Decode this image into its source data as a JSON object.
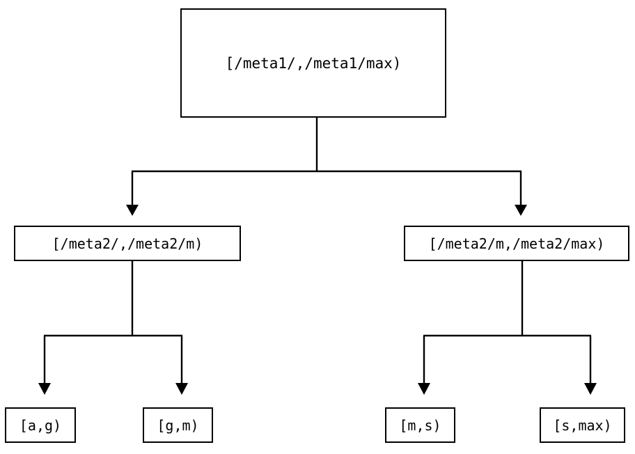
{
  "diagram": {
    "title": "interval-partition-tree",
    "type": "tree",
    "background_color": "#ffffff",
    "line_color": "#000000",
    "text_color": "#000000",
    "nodes": {
      "root": {
        "label": "[/meta1/,/meta1/max)"
      },
      "level2": {
        "left": {
          "label": "[/meta2/,/meta2/m)"
        },
        "right": {
          "label": "[/meta2/m,/meta2/max)"
        }
      },
      "leaves": [
        {
          "label": "[a,g)"
        },
        {
          "label": "[g,m)"
        },
        {
          "label": "[m,s)"
        },
        {
          "label": "[s,max)"
        }
      ]
    },
    "edges": [
      {
        "from": "root",
        "to": "level2.left",
        "style": "orthogonal-arrow"
      },
      {
        "from": "root",
        "to": "level2.right",
        "style": "orthogonal-arrow"
      },
      {
        "from": "level2.left",
        "to": "leaf.0",
        "style": "orthogonal-arrow"
      },
      {
        "from": "level2.left",
        "to": "leaf.1",
        "style": "orthogonal-arrow"
      },
      {
        "from": "level2.right",
        "to": "leaf.2",
        "style": "orthogonal-arrow"
      },
      {
        "from": "level2.right",
        "to": "leaf.3",
        "style": "orthogonal-arrow"
      }
    ]
  }
}
